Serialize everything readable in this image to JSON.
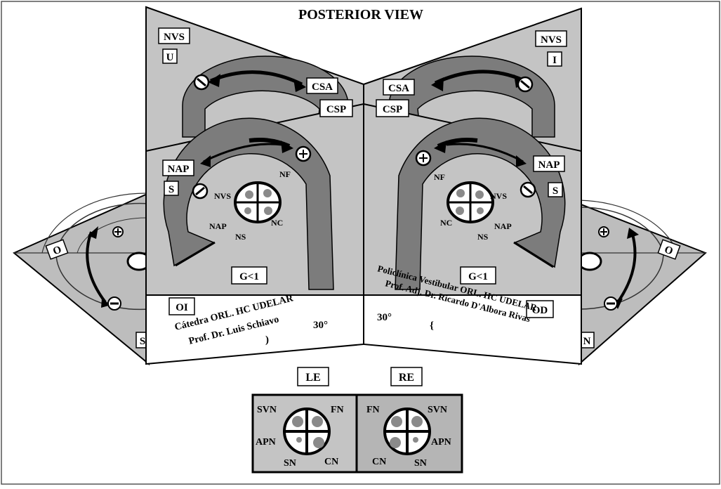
{
  "title": "POSTERIOR VIEW",
  "colors": {
    "panel_light": "#c4c4c4",
    "panel_mid": "#b5b5b5",
    "canal_dark": "#7c7c7c",
    "canal_stripe": "#9a9a9a",
    "nerve_dot": "#8a8a8a",
    "white": "#ffffff",
    "black": "#000000"
  },
  "icons": {
    "excitatory": "plus-circle-icon",
    "inhibitory": "minus-circle-icon",
    "flow": "curved-arrow-icon"
  },
  "upper_left": {
    "box1": "NVS",
    "box2": "U",
    "canal": "CSA"
  },
  "upper_right": {
    "box1": "NVS",
    "box2": "I",
    "canal": "CSA"
  },
  "left_panel": {
    "canal": "CSP",
    "box1": "NAP",
    "box2": "S",
    "nerves": [
      "NVS",
      "NF",
      "NAP",
      "NS",
      "NC"
    ],
    "gain": "G<1",
    "side": "OI",
    "credit_line1": "Cátedra ORL. HC UDELAR",
    "credit_line2": "Prof. Dr. Luis Schiavo",
    "angle": "30°",
    "brace": ")"
  },
  "right_panel": {
    "canal": "CSP",
    "box1": "NAP",
    "box2": "S",
    "nerves": [
      "NF",
      "NVS",
      "NC",
      "NAP",
      "NS"
    ],
    "gain": "G<1",
    "side": "OD",
    "credit_line1": "Policlínica Vestibular ORL. HC UDELAR",
    "credit_line2": "Prof. Adj. Dr. Ricardo D'Albora Rivas",
    "angle": "30°",
    "brace": "{"
  },
  "left_wing": {
    "label_top": "O",
    "label_bottom": "S"
  },
  "right_wing": {
    "label_top": "O",
    "label_bottom": "N"
  },
  "inset": {
    "left": {
      "title": "LE",
      "labels": [
        "SVN",
        "FN",
        "APN",
        "SN",
        "CN"
      ]
    },
    "right": {
      "title": "RE",
      "labels": [
        "FN",
        "SVN",
        "CN",
        "APN",
        "SN"
      ]
    }
  }
}
